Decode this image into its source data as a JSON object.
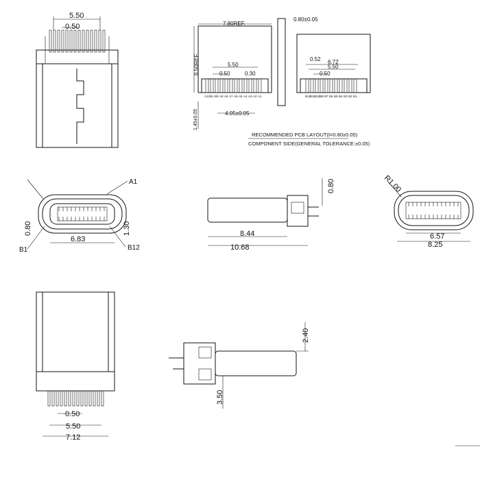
{
  "views": {
    "top_front": {
      "dim_pitch_span": "5.50",
      "dim_pitch": "0.50"
    },
    "pcb_layout": {
      "dim_ref_width": "7.80REF.",
      "dim_ref_height": "6.50REF.",
      "dim_span": "5.50",
      "dim_pitch": "0.50",
      "dim_pad": "0.30",
      "dim_center": "4.05±0.05",
      "dim_row": "1.45±0.05",
      "pins_a": [
        "A12",
        "B1",
        "B9",
        "A9",
        "A8",
        "A7",
        "A6",
        "A5",
        "A4",
        "A3",
        "A2",
        "A1"
      ],
      "dim_thickness": "0.80±0.05",
      "dim_offset": "0.52",
      "dim_span2": "6.72",
      "dim_span3": "5.50",
      "dim_pitch2": "0.50",
      "pins_b": [
        "B12",
        "B11",
        "B10",
        "B8",
        "B7",
        "B6",
        "B5",
        "B4",
        "B3",
        "B2",
        "B1"
      ]
    },
    "notes": {
      "line1": "RECOMMENDED PCB LAYOUT(t=0.80±0.05)",
      "line2": "COMPONENT SIDE(GENERAL TOLERANCE:±0.05)"
    },
    "front_face": {
      "label_a1": "A1",
      "label_b1": "B1",
      "label_b12": "B12",
      "dim_width": "6.83",
      "dim_left": "0.80",
      "dim_right": "1.30"
    },
    "side_view": {
      "dim_short": "8.44",
      "dim_long": "10.68",
      "dim_thick": "0.80"
    },
    "shell_front": {
      "dim_radius": "R1.00",
      "dim_inner": "6.57",
      "dim_outer": "8.25"
    },
    "bottom_view": {
      "dim_pitch": "0.50",
      "dim_span": "5.50",
      "dim_total": "7.12"
    },
    "side_bottom": {
      "dim_height": "2.40",
      "dim_depth": "3.50"
    }
  }
}
